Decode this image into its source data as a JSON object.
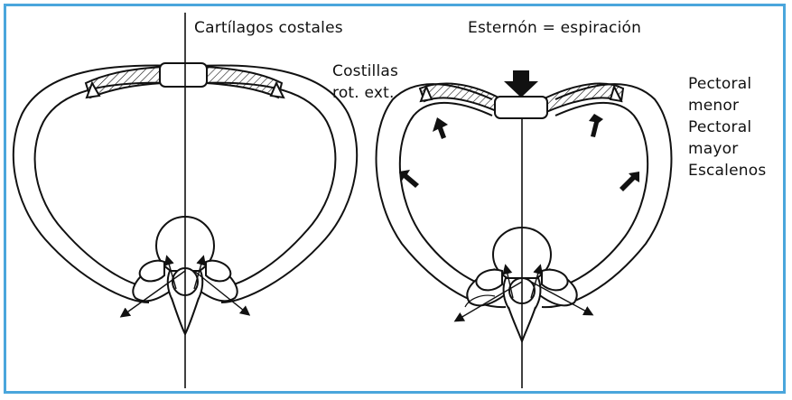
{
  "labels": {
    "cartilagos": "Cartílagos costales",
    "esternon": "Esternón = espiración",
    "costillas_1": "Costillas",
    "costillas_2": "rot. ext.",
    "muscles": [
      "Pectoral",
      "menor",
      "Pectoral",
      "mayor",
      "Escalenos"
    ]
  },
  "colors": {
    "frame_border": "#4aa6dc",
    "ink": "#111111"
  }
}
